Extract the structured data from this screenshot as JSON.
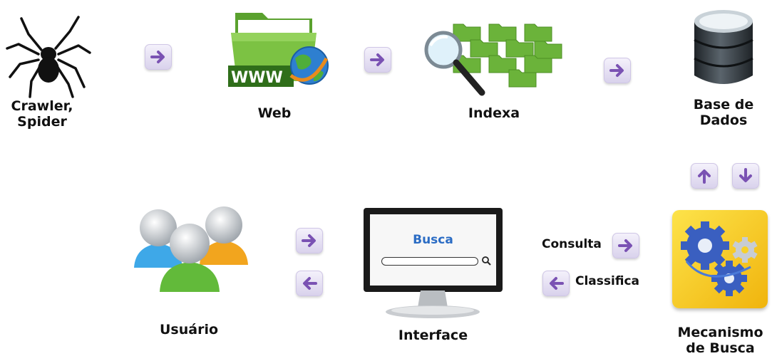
{
  "nodes": {
    "crawler": "Crawler, Spider",
    "web": "Web",
    "indexa": "Indexa",
    "base": "Base de Dados",
    "mecanismo": "Mecanismo de Busca",
    "interface": "Interface",
    "usuario": "Usuário"
  },
  "web_icon_text": "WWW",
  "screen": {
    "title": "Busca"
  },
  "edges": {
    "consulta": "Consulta",
    "classifica": "Classifica"
  },
  "colors": {
    "arrow": "#7a52b3",
    "folder": "#6bb33a",
    "db": "#333a40",
    "engine_bg": "#f3c61b",
    "gear": "#3a5fc0"
  }
}
